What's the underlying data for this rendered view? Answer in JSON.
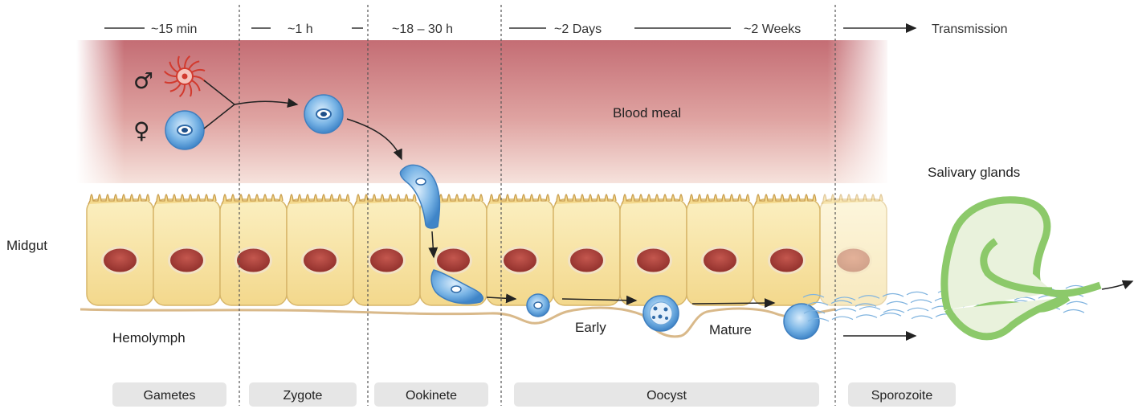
{
  "header_partial_text": "",
  "timeline": {
    "t1": "~15 min",
    "t2": "~1 h",
    "t3": "~18 – 30 h",
    "t4": "~2 Days",
    "t5": "~2 Weeks",
    "t6": "Transmission"
  },
  "labels": {
    "male_symbol": "♂",
    "female_symbol": "♀",
    "blood_meal": "Blood meal",
    "salivary_glands": "Salivary glands",
    "midgut": "Midgut",
    "hemolymph": "Hemolymph",
    "early": "Early",
    "mature": "Mature"
  },
  "stages": [
    "Gametes",
    "Zygote",
    "Ookinete",
    "Oocyst",
    "Sporozoite"
  ],
  "colors": {
    "blood_top": "#c9747a",
    "blood_bottom": "#f3d9d4",
    "cell_fill": "#f8e7a6",
    "cell_stroke": "#d7b66a",
    "nucleus": "#a8403a",
    "parasite": "#5aa1dc",
    "gland": "#8cc96a",
    "stage_box": "#e6e6e6"
  },
  "icons": [
    "male-gamete-icon",
    "female-gamete-icon",
    "zygote-icon",
    "ookinete-icon",
    "oocyst-icon",
    "sporozoite-icon",
    "salivary-gland-icon"
  ]
}
